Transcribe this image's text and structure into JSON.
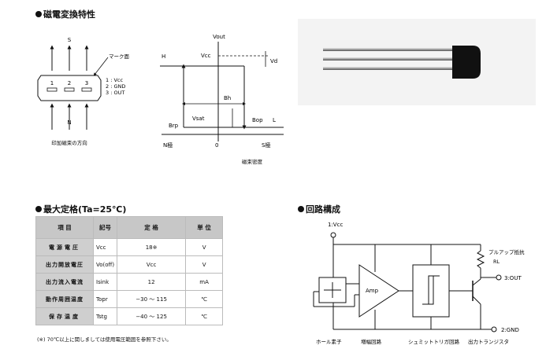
{
  "sections": {
    "magnetic_title": "磁電変換特性",
    "ratings_title": "最大定格(Ta=25℃)",
    "circuit_title": "回路構成"
  },
  "pin_diagram": {
    "s_label": "S",
    "n_label": "N",
    "mark_label": "マーク面",
    "pins": [
      "1",
      "2",
      "3"
    ],
    "pin_legend": [
      "1 : Vcc",
      "2 : GND",
      "3 : OUT"
    ],
    "field_caption": "印加磁束の方向"
  },
  "transfer_chart": {
    "vout": "Vout",
    "vcc": "Vcc",
    "vd": "Vd",
    "h": "H",
    "l": "L",
    "bh": "Bh",
    "vsat": "Vsat",
    "brp": "Brp",
    "bop": "Bop",
    "n_pole": "N極",
    "s_pole": "S極",
    "zero": "0",
    "x_caption": "磁束密度"
  },
  "ratings_table": {
    "headers": [
      "項 目",
      "記号",
      "定 格",
      "単 位"
    ],
    "rows": [
      {
        "item": "電源電圧",
        "sym": "Vcc",
        "val": "18※",
        "unit": "V"
      },
      {
        "item": "出力開放電圧",
        "sym": "Vo(off)",
        "val": "Vcc",
        "unit": "V"
      },
      {
        "item": "出力流入電流",
        "sym": "Isink",
        "val": "12",
        "unit": "mA"
      },
      {
        "item": "動作周囲温度",
        "sym": "Topr",
        "val": "−30 ～ 115",
        "unit": "℃"
      },
      {
        "item": "保存温度",
        "sym": "Tstg",
        "val": "−40 ～ 125",
        "unit": "℃"
      }
    ],
    "footnote": "(※) 70℃以上に関しましては使用電圧範囲を参照下さい。"
  },
  "circuit": {
    "vcc": "1:Vcc",
    "pullup": "プルアップ抵抗",
    "rl": "RL",
    "out": "3:OUT",
    "gnd": "2:GND",
    "amp": "Amp",
    "captions": [
      "ホール素子",
      "増幅回路",
      "シュミットトリガ回路",
      "出力トランジスタ"
    ]
  }
}
